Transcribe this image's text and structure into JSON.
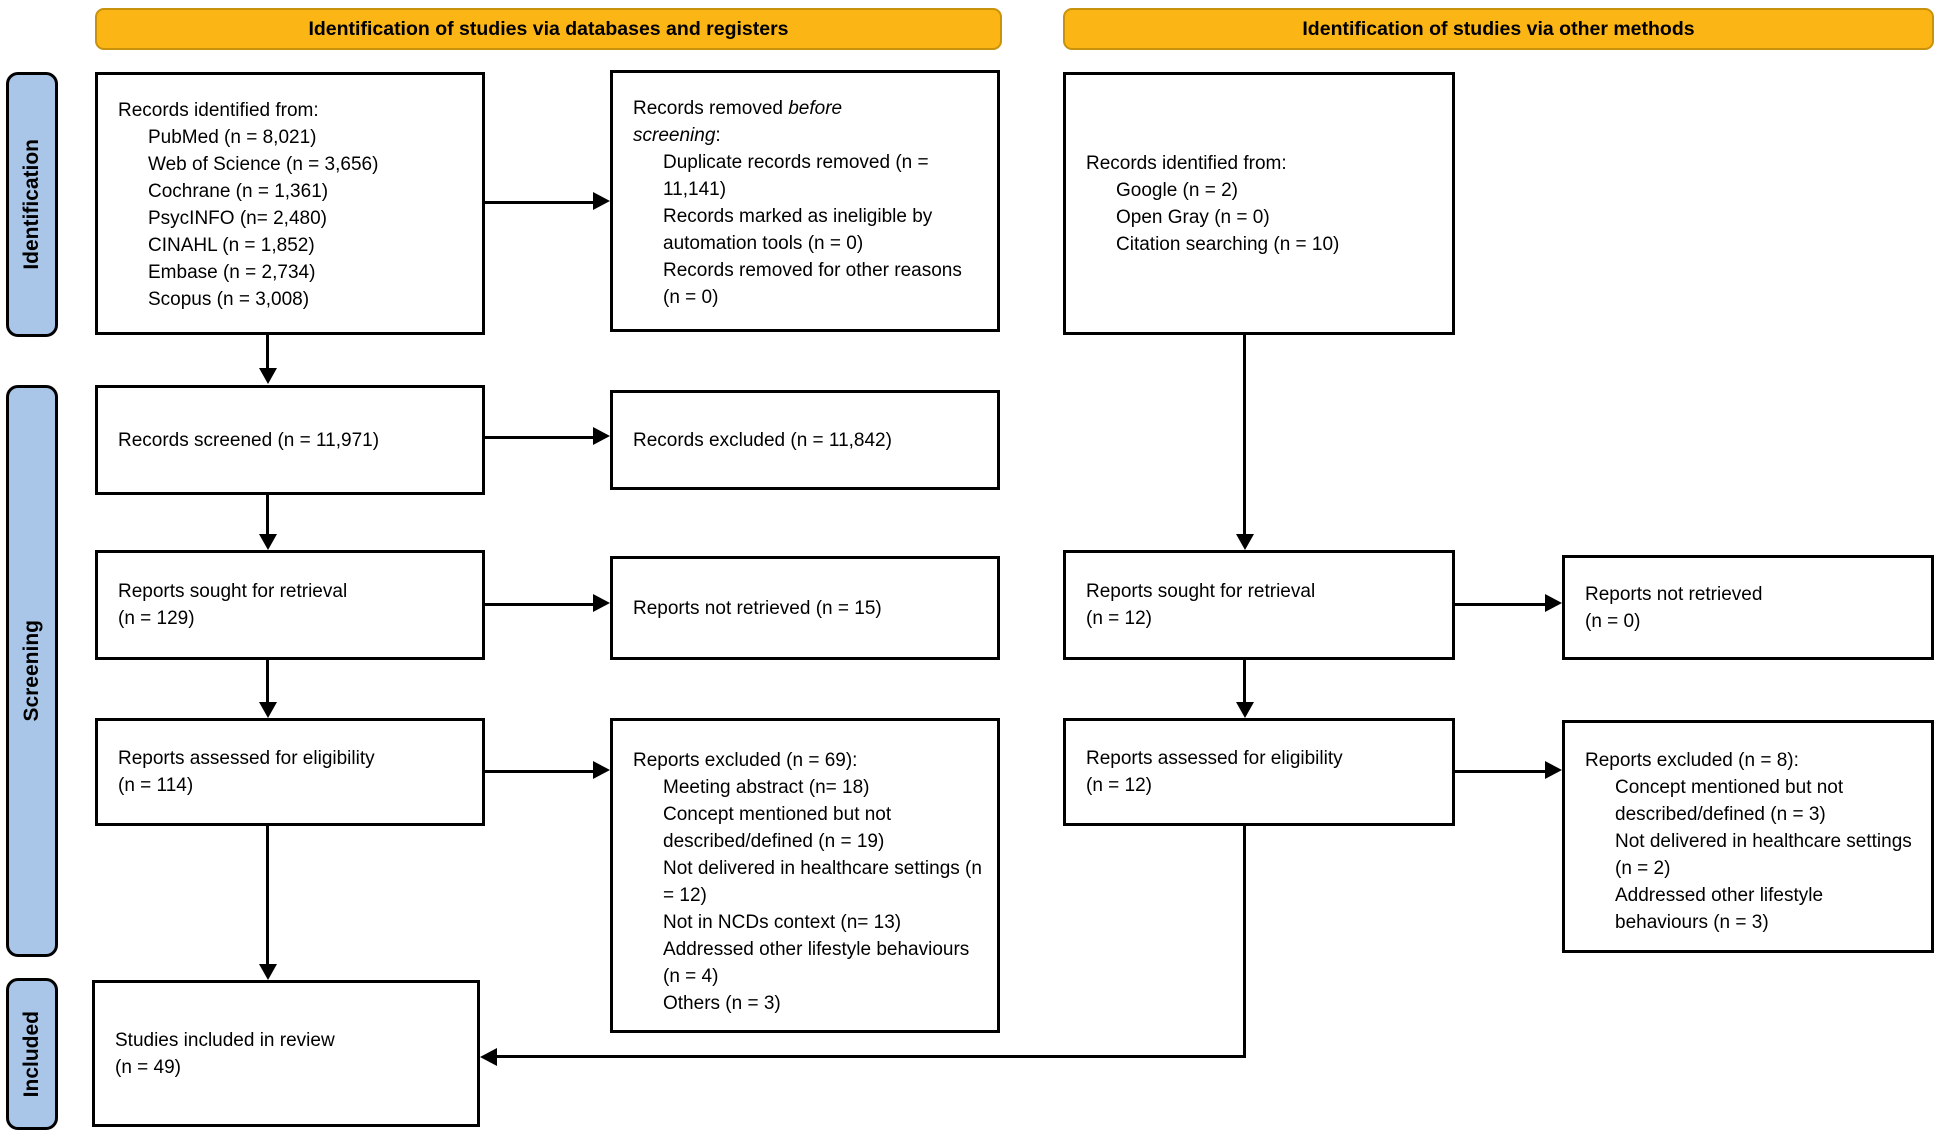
{
  "colors": {
    "banner_fill": "#FBB515",
    "banner_border": "#C9920C",
    "sidebar_fill": "#A9C6E8",
    "box_border": "#000000"
  },
  "banners": {
    "databases": "Identification of studies via databases and registers",
    "other": "Identification of studies via other methods"
  },
  "sidebar": {
    "identification": "Identification",
    "screening": "Screening",
    "included": "Included"
  },
  "boxes": {
    "db_identified": {
      "intro": "Records identified from:",
      "items": [
        "PubMed (n = 8,021)",
        "Web of Science (n = 3,656)",
        "Cochrane (n = 1,361)",
        "PsycINFO (n= 2,480)",
        "CINAHL (n = 1,852)",
        "Embase (n = 2,734)",
        "Scopus (n = 3,008)"
      ]
    },
    "records_removed": {
      "intro_line1_normal": "Records removed ",
      "intro_line1_italic": "before",
      "intro_line2_italic": "screening",
      "intro_line2_normal": ":",
      "items": [
        "Duplicate records removed (n = 11,141)",
        "Records marked as ineligible by automation tools (n = 0)",
        "Records removed for other reasons (n = 0)"
      ]
    },
    "other_identified": {
      "intro": "Records identified from:",
      "items": [
        "Google (n = 2)",
        "Open Gray (n = 0)",
        "Citation searching (n = 10)"
      ]
    },
    "records_screened": {
      "line1": "Records screened (n = 11,971)"
    },
    "records_excluded": {
      "line1": "Records excluded (n = 11,842)"
    },
    "reports_sought_db": {
      "line1": "Reports sought for retrieval",
      "line2": "(n = 129)"
    },
    "reports_not_retrieved_db": {
      "line1": "Reports not retrieved (n = 15)"
    },
    "reports_assessed_db": {
      "line1": "Reports assessed for eligibility",
      "line2": "(n = 114)"
    },
    "reports_excluded_db": {
      "intro": "Reports excluded (n = 69):",
      "items": [
        "Meeting abstract (n= 18)",
        "Concept mentioned but not described/defined (n = 19)",
        "Not delivered in healthcare settings (n = 12)",
        "Not in NCDs context (n= 13)",
        "Addressed other lifestyle behaviours (n = 4)",
        "Others (n = 3)"
      ]
    },
    "reports_sought_other": {
      "line1": "Reports sought for retrieval",
      "line2": "(n = 12)"
    },
    "reports_not_retrieved_other": {
      "line1": "Reports not retrieved",
      "line2": "(n = 0)"
    },
    "reports_assessed_other": {
      "line1": "Reports assessed for eligibility",
      "line2": "(n = 12)"
    },
    "reports_excluded_other": {
      "intro": "Reports excluded (n = 8):",
      "items": [
        "Concept mentioned but not described/defined (n = 3)",
        "Not delivered in healthcare settings (n = 2)",
        "Addressed other lifestyle behaviours (n = 3)"
      ]
    },
    "included": {
      "line1": "Studies included in review",
      "line2": "(n = 49)"
    }
  }
}
